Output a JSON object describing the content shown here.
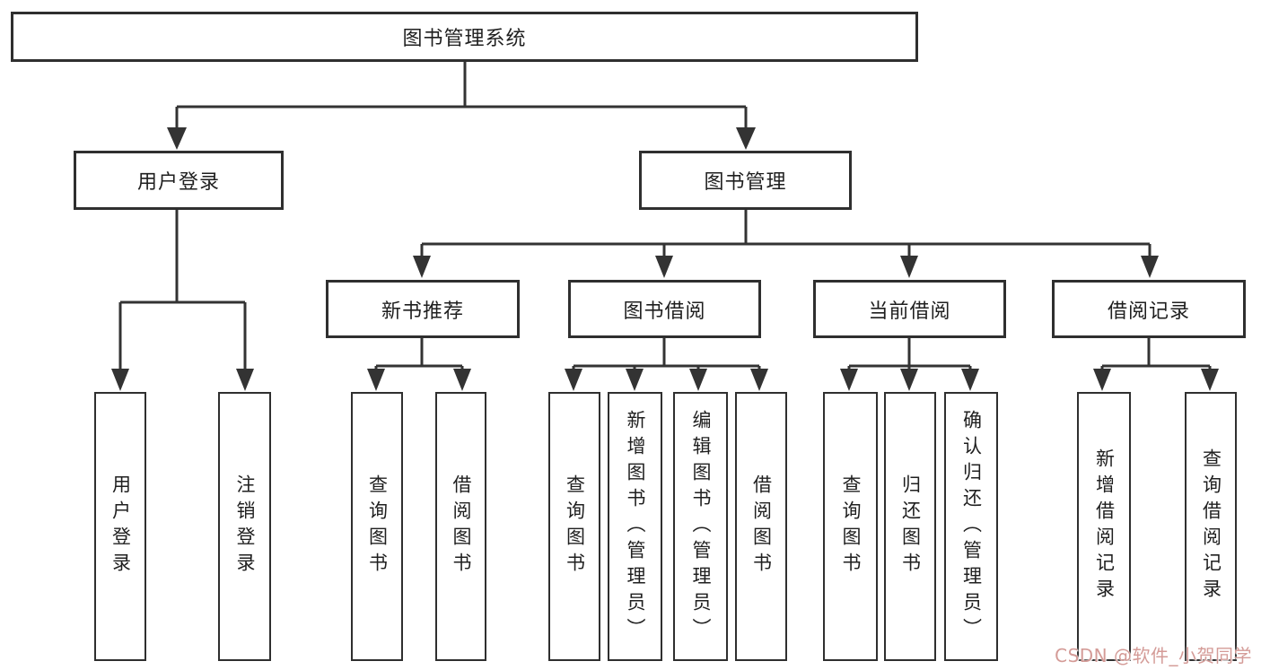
{
  "diagram": {
    "root": {
      "label": "图书管理系统"
    },
    "level2": [
      {
        "label": "用户登录",
        "children": [
          {
            "label": "用户登录"
          },
          {
            "label": "注销登录"
          }
        ]
      },
      {
        "label": "图书管理",
        "children": [
          {
            "label": "新书推荐",
            "children": [
              {
                "label": "查询图书"
              },
              {
                "label": "借阅图书"
              }
            ]
          },
          {
            "label": "图书借阅",
            "children": [
              {
                "label": "查询图书"
              },
              {
                "label": "新增图书（管理员）"
              },
              {
                "label": "编辑图书（管理员）"
              },
              {
                "label": "借阅图书"
              }
            ]
          },
          {
            "label": "当前借阅",
            "children": [
              {
                "label": "查询图书"
              },
              {
                "label": "归还图书"
              },
              {
                "label": "确认归还（管理员）"
              }
            ]
          },
          {
            "label": "借阅记录",
            "children": [
              {
                "label": "新增借阅记录"
              },
              {
                "label": "查询借阅记录"
              }
            ]
          }
        ]
      }
    ]
  },
  "watermark": {
    "text": "CSDN @软件_小贺同学"
  },
  "colors": {
    "line": "#333333",
    "box_border": "#2f2f2f",
    "box_fill": "#ffffff",
    "text": "#1f1f1f",
    "watermark": "#d49b97",
    "background": "#ffffff"
  }
}
